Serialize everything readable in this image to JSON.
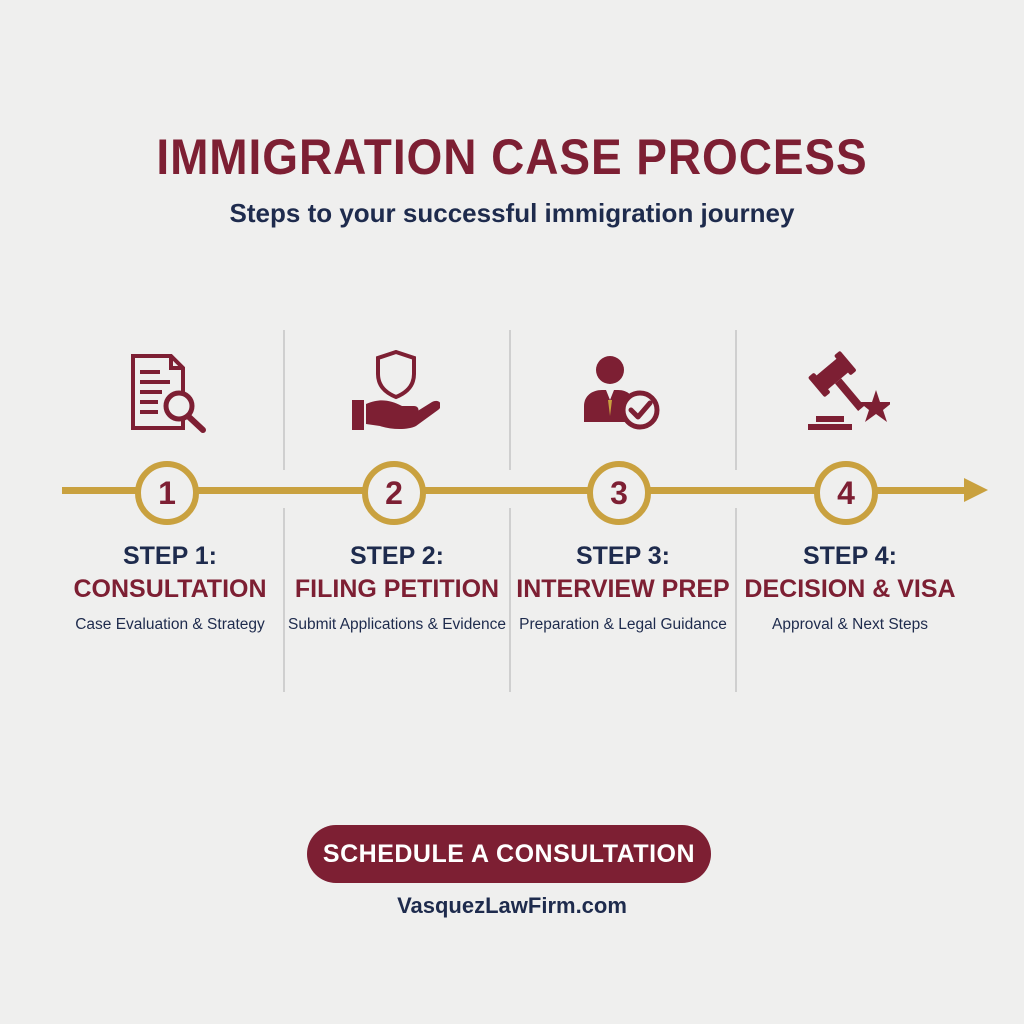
{
  "header": {
    "title": "IMMIGRATION CASE PROCESS",
    "subtitle": "Steps to your successful immigration journey"
  },
  "steps": [
    {
      "number": "1",
      "label": "STEP 1:",
      "name": "CONSULTATION",
      "description": "Case Evaluation & Strategy",
      "icon": "document-search-icon"
    },
    {
      "number": "2",
      "label": "STEP 2:",
      "name": "FILING PETITION",
      "description": "Submit Applications & Evidence",
      "icon": "hand-shield-icon"
    },
    {
      "number": "3",
      "label": "STEP 3:",
      "name": "INTERVIEW PREP",
      "description": "Preparation & Legal Guidance",
      "icon": "person-check-icon"
    },
    {
      "number": "4",
      "label": "STEP 4:",
      "name": "DECISION & VISA",
      "description": "Approval & Next Steps",
      "icon": "gavel-star-icon"
    }
  ],
  "cta": {
    "label": "SCHEDULE A CONSULTATION"
  },
  "footer": {
    "website": "VasquezLawFirm.com"
  },
  "colors": {
    "maroon": "#7d1f33",
    "navy": "#1e2b4d",
    "gold": "#c9a13f",
    "background": "#efefee"
  }
}
